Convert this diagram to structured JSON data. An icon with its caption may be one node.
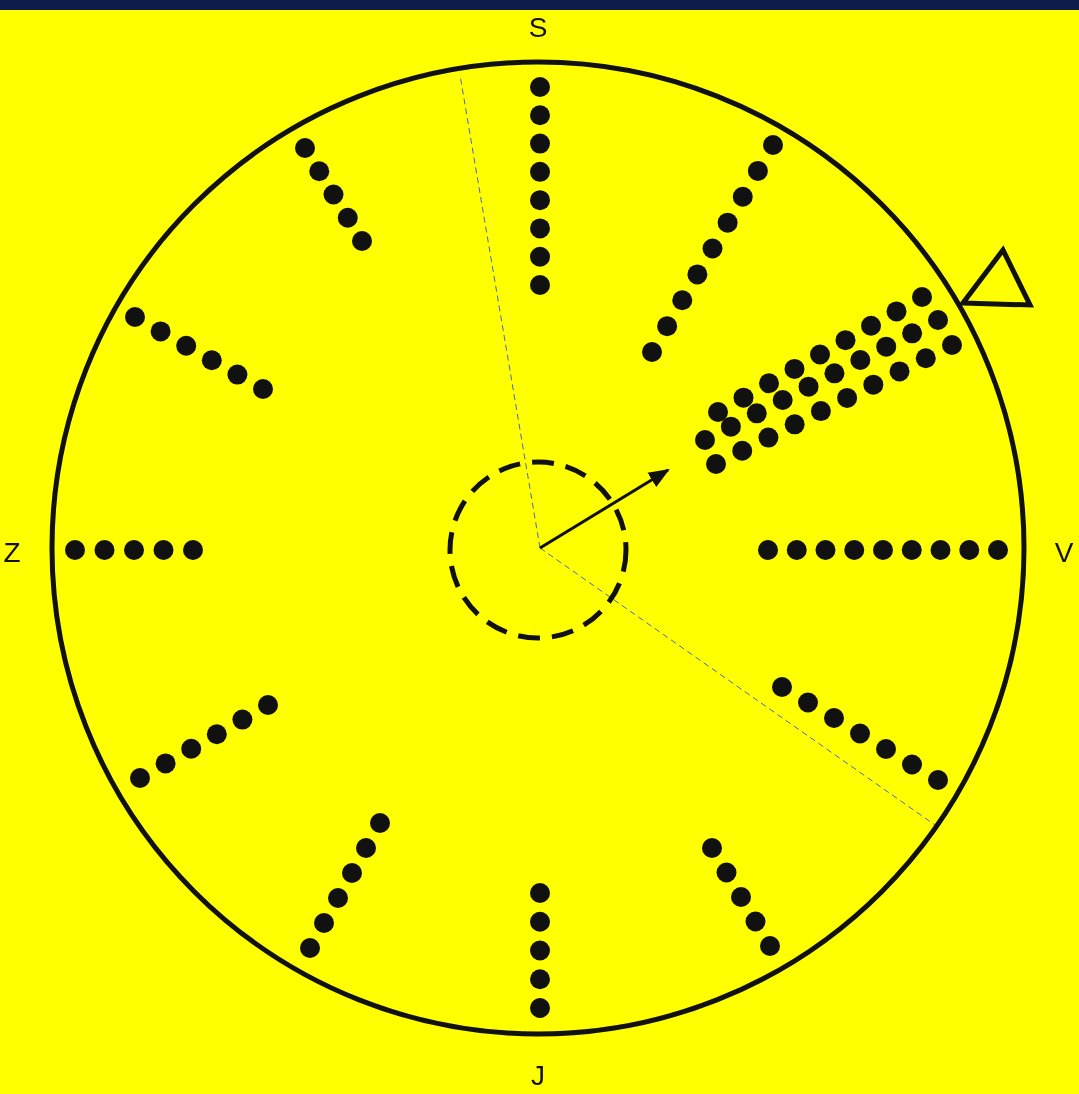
{
  "diagram": {
    "labels": [
      "S",
      "Z",
      "V",
      "J"
    ]
  }
}
